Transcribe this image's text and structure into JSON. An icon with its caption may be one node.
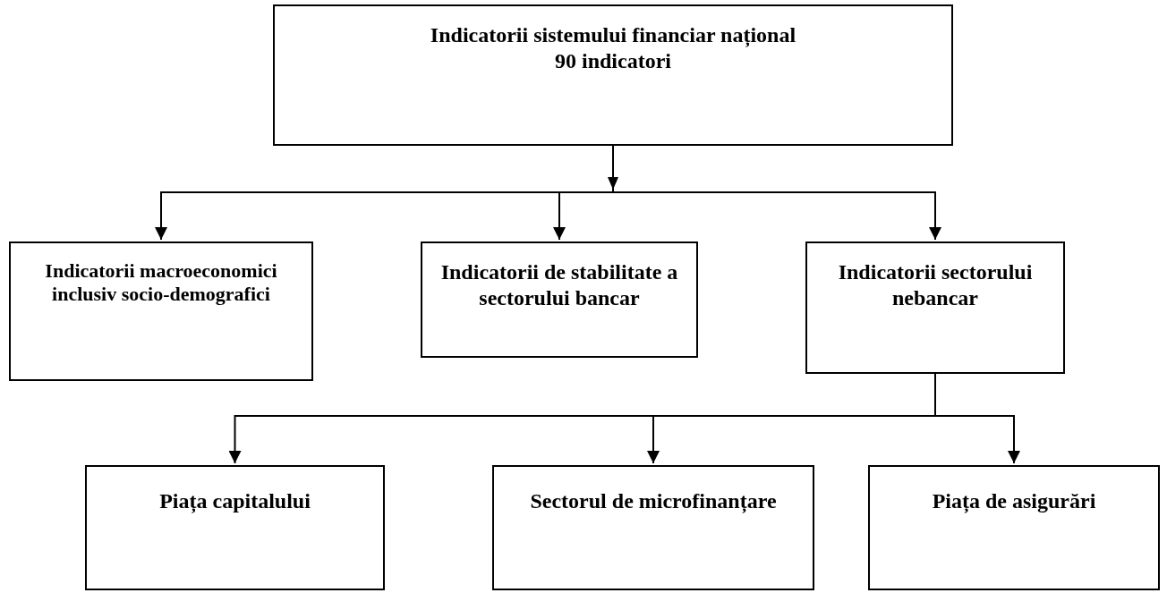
{
  "diagram": {
    "nodes": [
      {
        "text": [
          "Indicatorii sistemului financiar național",
          "90 indicatori"
        ]
      },
      {
        "text": [
          "Indicatorii macroeconomici inclusiv socio-demografici"
        ]
      },
      {
        "text": [
          "Indicatorii de stabilitate a sectorului bancar"
        ]
      },
      {
        "text": [
          "Indicatorii sectorului nebancar"
        ]
      },
      {
        "text": [
          "Piața capitalului"
        ]
      },
      {
        "text": [
          "Sectorul de microfinanțare"
        ]
      },
      {
        "text": [
          "Piața de asigurări"
        ]
      }
    ],
    "edges": [
      {
        "from": 0,
        "to": 1,
        "arrow": "to"
      },
      {
        "from": 0,
        "to": 2,
        "arrow": "to"
      },
      {
        "from": 0,
        "to": 3,
        "arrow": "to"
      },
      {
        "from": 3,
        "to": 4,
        "arrow": "to"
      },
      {
        "from": 3,
        "to": 5,
        "arrow": "to"
      },
      {
        "from": 3,
        "to": 6,
        "arrow": "to"
      }
    ]
  }
}
